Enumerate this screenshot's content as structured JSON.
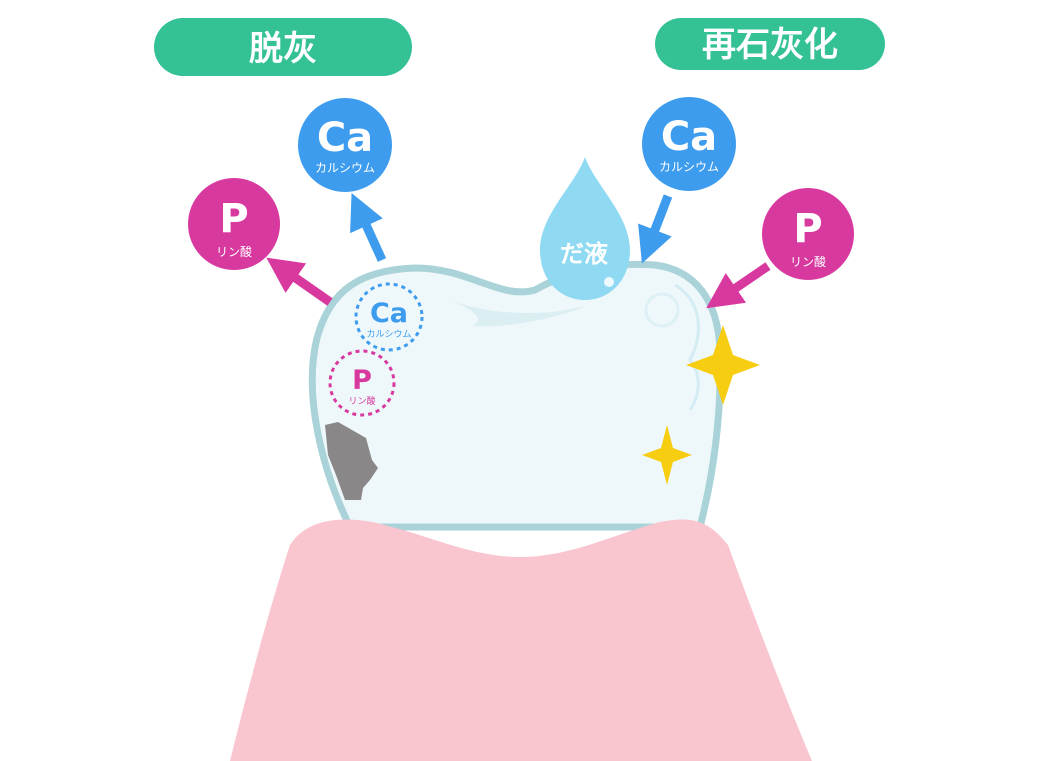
{
  "labels": {
    "demineralization": "脱灰",
    "remineralization": "再石灰化",
    "saliva": "だ液"
  },
  "ions": {
    "ca_symbol": "Ca",
    "ca_name": "カルシウム",
    "p_symbol": "P",
    "p_name": "リン酸"
  },
  "colors": {
    "pill_green": "#35c196",
    "calcium_blue": "#3d9cee",
    "phosphate_magenta": "#d8399f",
    "gum_pink": "#f9c5cf",
    "tooth_fill": "#eef8fb",
    "tooth_outline": "#a9d3d8",
    "saliva_drop": "#8fdaf2",
    "sparkle_yellow": "#f7cd12",
    "cavity_gray": "#8a8789"
  }
}
